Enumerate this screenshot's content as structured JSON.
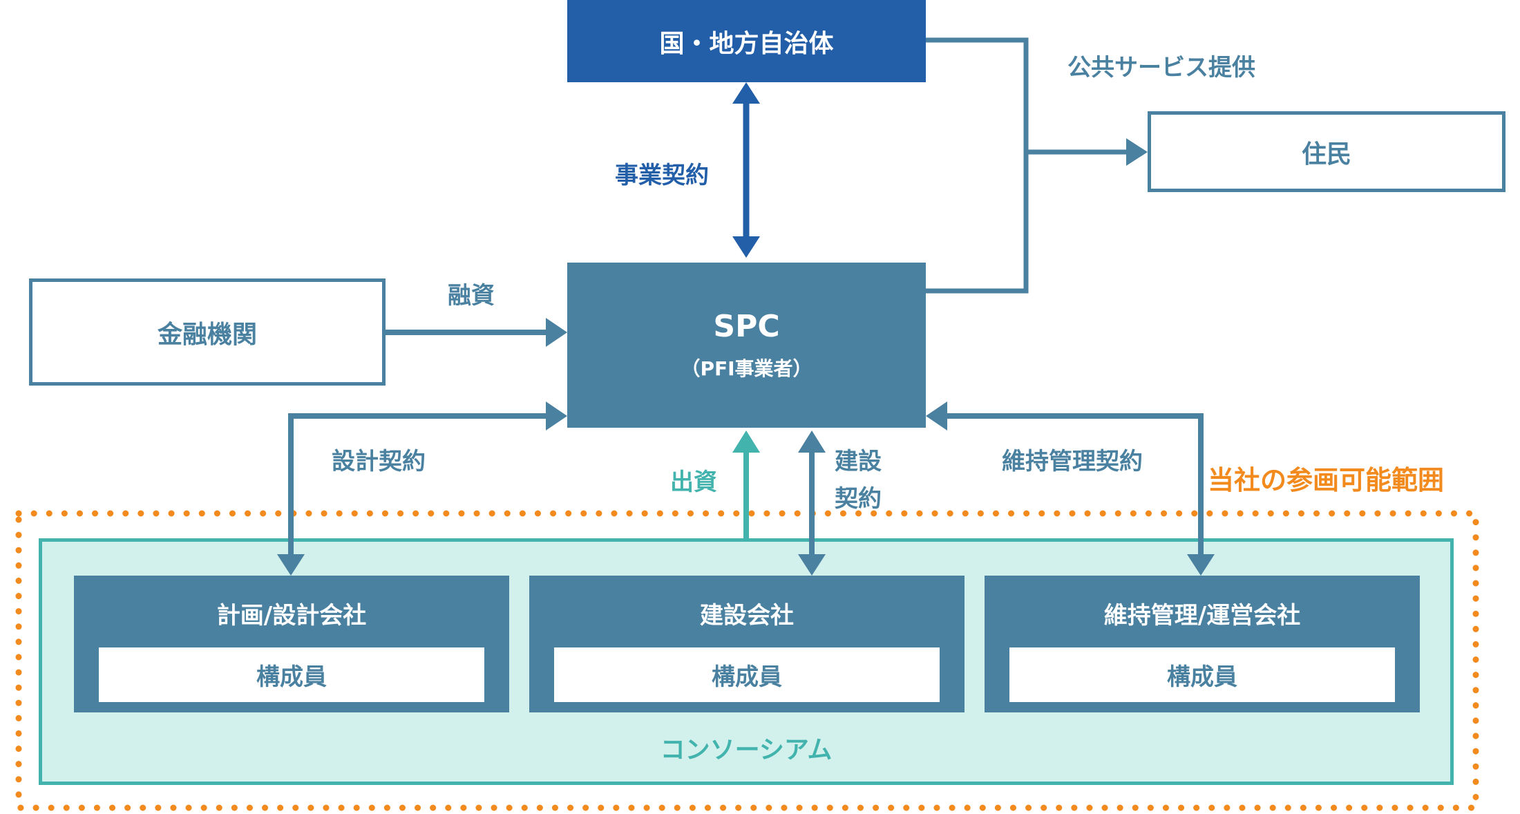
{
  "title": "PFI事業スキーム",
  "nodes": {
    "government": "国・地方自治体",
    "residents": "住民",
    "spc_title": "SPC",
    "spc_subtitle": "（PFI事業者）",
    "financial_institution": "金融機関"
  },
  "edges": {
    "business_contract": "事業契約",
    "public_service": "公共サービス提供",
    "financing": "融資",
    "design_contract": "設計契約",
    "investment": "出資",
    "construction_contract_line1": "建設",
    "construction_contract_line2": "契約",
    "maintenance_contract": "維持管理契約"
  },
  "scope_label": "当社の参画可能範囲",
  "consortium": {
    "label": "コンソーシアム",
    "companies": [
      {
        "name": "計画/設計会社",
        "member": "構成員"
      },
      {
        "name": "建設会社",
        "member": "構成員"
      },
      {
        "name": "維持管理/運営会社",
        "member": "構成員"
      }
    ]
  },
  "colors": {
    "government": "#235FA8",
    "primary": "#4A81A0",
    "consortium_border": "#43B3AE",
    "consortium_fill": "#D3F1EC",
    "scope": "#F28A1E"
  }
}
